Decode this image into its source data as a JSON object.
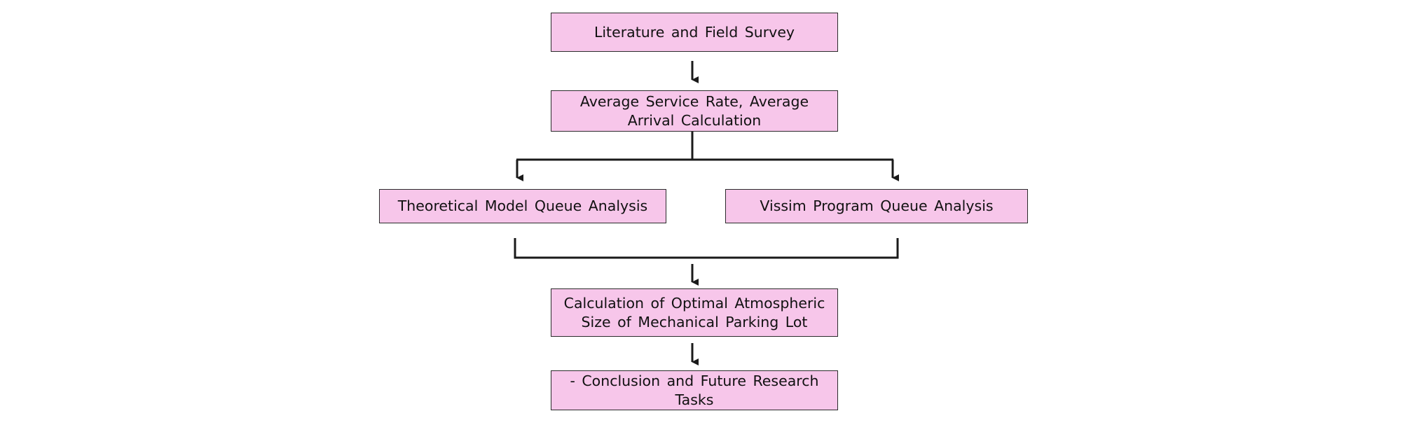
{
  "diagram": {
    "steps": {
      "literature": "Literature and Field Survey",
      "average_rate": "Average Service Rate, Average Arrival Calculation",
      "theoretical": "Theoretical Model Queue Analysis",
      "vissim": "Vissim Program Queue Analysis",
      "optimal_size": "Calculation of Optimal Atmospheric Size of Mechanical Parking Lot",
      "conclusion": "- Conclusion and Future Research Tasks"
    },
    "colors": {
      "box_fill": "#f7c6ea",
      "stroke": "#1a1a1a"
    }
  }
}
